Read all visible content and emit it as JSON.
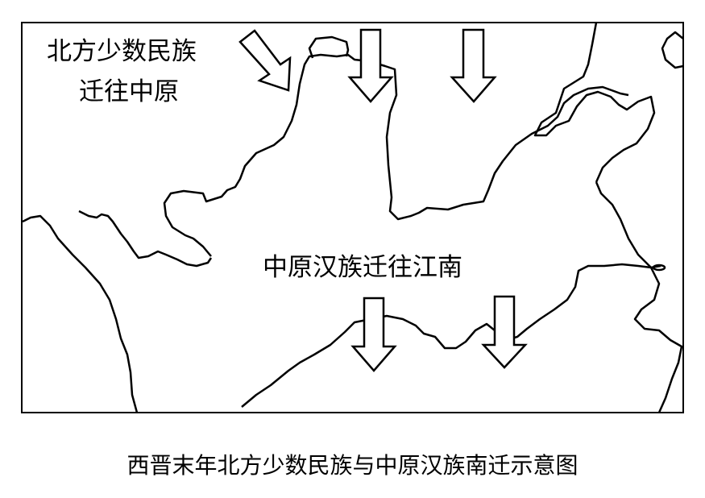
{
  "map": {
    "label_north_line1": "北方少数民族",
    "label_north_line2": "迁往中原",
    "label_south": "中原汉族迁往江南",
    "caption": "西晋末年北方少数民族与中原汉族南迁示意图"
  },
  "colors": {
    "line": "#000000",
    "background": "#ffffff"
  }
}
